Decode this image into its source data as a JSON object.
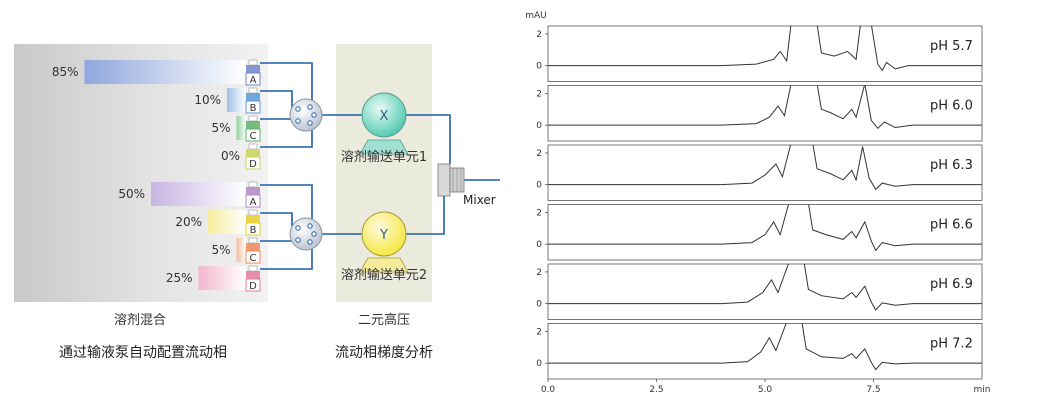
{
  "colors": {
    "pipe": "#1f5fa8",
    "panel_mix": "#d9d9d2",
    "panel_pump": "#ebebdd",
    "pump_x": "#49c7ad",
    "pump_y": "#f4e636",
    "trace": "#333333"
  },
  "mixing": {
    "caption": "溶剂混合",
    "groups": [
      {
        "bottles": [
          {
            "letter": "A",
            "percent": "85%",
            "value": 85,
            "color": "#6f86c9",
            "bar_color": "#8fa7dd"
          },
          {
            "letter": "B",
            "percent": "10%",
            "value": 10,
            "color": "#5c9ad8",
            "bar_color": "#9fc1e8"
          },
          {
            "letter": "C",
            "percent": "5%",
            "value": 5,
            "color": "#5fb06a",
            "bar_color": "#8fd09a"
          },
          {
            "letter": "D",
            "percent": "0%",
            "value": 0,
            "color": "#c9d25a",
            "bar_color": "#e0e59a"
          }
        ]
      },
      {
        "bottles": [
          {
            "letter": "A",
            "percent": "50%",
            "value": 50,
            "color": "#b18ac7",
            "bar_color": "#c7b5e3"
          },
          {
            "letter": "B",
            "percent": "20%",
            "value": 20,
            "color": "#e6cf2b",
            "bar_color": "#f6ee9c"
          },
          {
            "letter": "C",
            "percent": "5%",
            "value": 5,
            "color": "#ef8a5a",
            "bar_color": "#f7b89a"
          },
          {
            "letter": "D",
            "percent": "25%",
            "value": 25,
            "color": "#e47aa0",
            "bar_color": "#f3b6cd"
          }
        ]
      }
    ]
  },
  "pumping": {
    "caption": "二元高压",
    "pumps": [
      {
        "letter": "X",
        "label": "溶剂输送单元1"
      },
      {
        "letter": "Y",
        "label": "溶剂输送单元2"
      }
    ],
    "mixer_label": "Mixer"
  },
  "bottom_captions": {
    "left": "通过输液泵自动配置流动相",
    "right": "流动相梯度分析"
  },
  "chart_data": {
    "type": "line",
    "ylabel": "mAU",
    "xlabel": "min",
    "xlim": [
      0,
      10
    ],
    "ylim": [
      -1,
      2.5
    ],
    "yticks": [
      "2",
      "0"
    ],
    "xticks": [
      "0.0",
      "2.5",
      "5.0",
      "7.5"
    ],
    "series": [
      {
        "name": "pH 5.7",
        "points": [
          [
            0,
            0
          ],
          [
            4.0,
            0
          ],
          [
            4.8,
            0.1
          ],
          [
            5.2,
            0.4
          ],
          [
            5.35,
            0.9
          ],
          [
            5.5,
            0.3
          ],
          [
            5.6,
            2.6
          ],
          [
            6.2,
            2.6
          ],
          [
            6.3,
            0.8
          ],
          [
            6.6,
            0.6
          ],
          [
            6.9,
            0.9
          ],
          [
            7.1,
            0.4
          ],
          [
            7.2,
            2.6
          ],
          [
            7.45,
            2.6
          ],
          [
            7.6,
            0.1
          ],
          [
            7.7,
            -0.3
          ],
          [
            7.8,
            0.2
          ],
          [
            8.0,
            -0.2
          ],
          [
            8.3,
            0
          ],
          [
            10,
            0
          ]
        ]
      },
      {
        "name": "pH 6.0",
        "points": [
          [
            0,
            0
          ],
          [
            4.0,
            0
          ],
          [
            4.8,
            0.1
          ],
          [
            5.1,
            0.5
          ],
          [
            5.3,
            1.2
          ],
          [
            5.45,
            0.6
          ],
          [
            5.6,
            2.6
          ],
          [
            6.2,
            2.6
          ],
          [
            6.3,
            1.0
          ],
          [
            6.5,
            0.8
          ],
          [
            6.8,
            0.4
          ],
          [
            7.0,
            1.0
          ],
          [
            7.1,
            0.5
          ],
          [
            7.3,
            2.6
          ],
          [
            7.45,
            0.3
          ],
          [
            7.6,
            -0.2
          ],
          [
            7.75,
            0.2
          ],
          [
            8.0,
            -0.15
          ],
          [
            8.4,
            0
          ],
          [
            10,
            0
          ]
        ]
      },
      {
        "name": "pH 6.3",
        "points": [
          [
            0,
            0
          ],
          [
            4.0,
            0
          ],
          [
            4.7,
            0.1
          ],
          [
            5.0,
            0.6
          ],
          [
            5.25,
            1.3
          ],
          [
            5.4,
            0.5
          ],
          [
            5.6,
            2.6
          ],
          [
            6.1,
            2.6
          ],
          [
            6.2,
            1.0
          ],
          [
            6.5,
            0.7
          ],
          [
            6.8,
            0.3
          ],
          [
            7.0,
            0.9
          ],
          [
            7.1,
            0.3
          ],
          [
            7.25,
            2.4
          ],
          [
            7.4,
            0.4
          ],
          [
            7.55,
            -0.3
          ],
          [
            7.7,
            0.1
          ],
          [
            8.0,
            -0.1
          ],
          [
            8.4,
            0
          ],
          [
            10,
            0
          ]
        ]
      },
      {
        "name": "pH 6.6",
        "points": [
          [
            0,
            0
          ],
          [
            4.0,
            0
          ],
          [
            4.7,
            0.1
          ],
          [
            5.0,
            0.6
          ],
          [
            5.2,
            1.4
          ],
          [
            5.35,
            0.6
          ],
          [
            5.55,
            2.6
          ],
          [
            6.0,
            2.6
          ],
          [
            6.1,
            0.9
          ],
          [
            6.4,
            0.6
          ],
          [
            6.8,
            0.3
          ],
          [
            7.0,
            0.8
          ],
          [
            7.1,
            0.4
          ],
          [
            7.3,
            1.4
          ],
          [
            7.45,
            0.2
          ],
          [
            7.55,
            -0.4
          ],
          [
            7.7,
            0.1
          ],
          [
            8.0,
            -0.1
          ],
          [
            8.4,
            0
          ],
          [
            10,
            0
          ]
        ]
      },
      {
        "name": "pH 6.9",
        "points": [
          [
            0,
            0
          ],
          [
            4.0,
            0
          ],
          [
            4.6,
            0.1
          ],
          [
            4.95,
            0.7
          ],
          [
            5.15,
            1.5
          ],
          [
            5.3,
            0.7
          ],
          [
            5.55,
            2.6
          ],
          [
            5.9,
            2.6
          ],
          [
            6.0,
            0.9
          ],
          [
            6.3,
            0.5
          ],
          [
            6.8,
            0.3
          ],
          [
            7.0,
            0.7
          ],
          [
            7.1,
            0.4
          ],
          [
            7.3,
            1.1
          ],
          [
            7.45,
            0.1
          ],
          [
            7.55,
            -0.4
          ],
          [
            7.7,
            0.05
          ],
          [
            8.0,
            -0.1
          ],
          [
            8.4,
            0
          ],
          [
            10,
            0
          ]
        ]
      },
      {
        "name": "pH 7.2",
        "points": [
          [
            0,
            0
          ],
          [
            4.0,
            0
          ],
          [
            4.6,
            0.1
          ],
          [
            4.9,
            0.7
          ],
          [
            5.1,
            1.6
          ],
          [
            5.25,
            0.8
          ],
          [
            5.5,
            2.6
          ],
          [
            5.85,
            2.6
          ],
          [
            5.95,
            0.9
          ],
          [
            6.3,
            0.4
          ],
          [
            6.8,
            0.3
          ],
          [
            7.0,
            0.6
          ],
          [
            7.1,
            0.3
          ],
          [
            7.3,
            0.9
          ],
          [
            7.45,
            0.05
          ],
          [
            7.55,
            -0.4
          ],
          [
            7.7,
            0.05
          ],
          [
            8.0,
            -0.05
          ],
          [
            8.4,
            0
          ],
          [
            10,
            0
          ]
        ]
      }
    ]
  }
}
